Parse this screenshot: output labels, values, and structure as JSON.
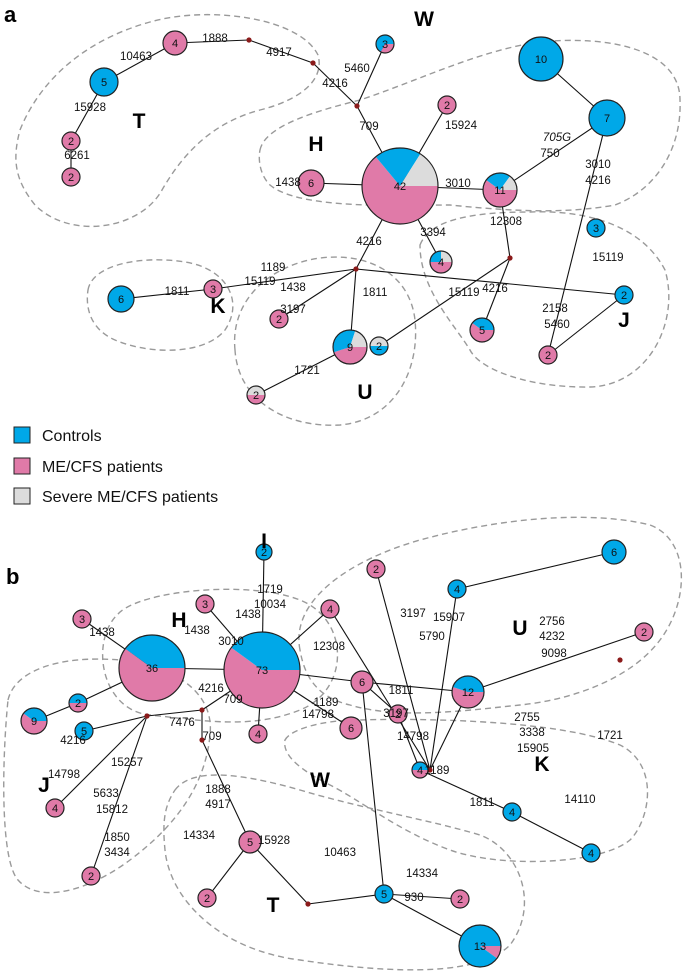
{
  "colors": {
    "controls": "#00a8e8",
    "patients": "#e07aa8",
    "severe": "#dcdcdc",
    "node_stroke": "#222222",
    "edge": "#111111",
    "junction": "#8b1a1a",
    "hull": "#9a9a9a"
  },
  "legend": [
    {
      "key": "controls",
      "label": "Controls"
    },
    {
      "key": "patients",
      "label": "ME/CFS patients"
    },
    {
      "key": "severe",
      "label": "Severe ME/CFS patients"
    }
  ],
  "panels": [
    {
      "letter": "a",
      "groups": [
        "W",
        "T",
        "H",
        "J",
        "K",
        "U"
      ],
      "haplotypes": [
        {
          "n": "42",
          "comp": {
            "patients": 0.64,
            "controls": 0.2,
            "severe": 0.16
          }
        },
        {
          "n": "11",
          "comp": {
            "patients": 0.6,
            "controls": 0.25,
            "severe": 0.15
          }
        },
        {
          "n": "10",
          "comp": {
            "controls": 1
          }
        },
        {
          "n": "9",
          "comp": {
            "patients": 0.45,
            "controls": 0.35,
            "severe": 0.2
          }
        },
        {
          "n": "7",
          "comp": {
            "controls": 1
          }
        },
        {
          "n": "6",
          "comp": {
            "patients": 1
          }
        },
        {
          "n": "6",
          "comp": {
            "controls": 1
          }
        },
        {
          "n": "5",
          "comp": {
            "controls": 1
          }
        },
        {
          "n": "5",
          "comp": {
            "patients": 0.6,
            "controls": 0.4
          }
        },
        {
          "n": "4",
          "comp": {
            "patients": 1
          }
        },
        {
          "n": "4",
          "comp": {
            "patients": 0.5,
            "controls": 0.25,
            "severe": 0.25
          }
        },
        {
          "n": "3",
          "comp": {
            "patients": 1
          }
        },
        {
          "n": "3",
          "comp": {
            "controls": 1
          }
        },
        {
          "n": "3",
          "comp": {
            "controls": 0.67,
            "patients": 0.33
          }
        },
        {
          "n": "2",
          "comp": {
            "patients": 1
          }
        },
        {
          "n": "2",
          "comp": {
            "patients": 1
          }
        },
        {
          "n": "2",
          "comp": {
            "patients": 1
          }
        },
        {
          "n": "2",
          "comp": {
            "patients": 1
          }
        },
        {
          "n": "2",
          "comp": {
            "patients": 1
          }
        },
        {
          "n": "2",
          "comp": {
            "controls": 1
          }
        },
        {
          "n": "2",
          "comp": {
            "severe": 0.5,
            "controls": 0.5
          }
        },
        {
          "n": "2",
          "comp": {
            "severe": 0.5,
            "patients": 0.5
          }
        }
      ],
      "mutations": [
        "1888",
        "4917",
        "10463",
        "15928",
        "6261",
        "4216",
        "5460",
        "709",
        "15924",
        "1438",
        "3010",
        "705G",
        "750",
        "3010",
        "4216",
        "15119",
        "3394",
        "12308",
        "4216",
        "4216",
        "15119",
        "2158",
        "5460",
        "1189",
        "15119",
        "1811",
        "1438",
        "3197",
        "1811",
        "1721"
      ]
    },
    {
      "letter": "b",
      "groups": [
        "I",
        "H",
        "U",
        "J",
        "W",
        "K",
        "T"
      ],
      "haplotypes": [
        {
          "n": "73",
          "comp": {
            "patients": 0.6,
            "controls": 0.4
          }
        },
        {
          "n": "36",
          "comp": {
            "patients": 0.6,
            "controls": 0.4
          }
        },
        {
          "n": "13",
          "comp": {
            "controls": 0.9,
            "patients": 0.1
          }
        },
        {
          "n": "12",
          "comp": {
            "patients": 0.55,
            "controls": 0.45
          }
        },
        {
          "n": "9",
          "comp": {
            "patients": 0.6,
            "controls": 0.4
          }
        },
        {
          "n": "6",
          "comp": {
            "controls": 1
          }
        },
        {
          "n": "6",
          "comp": {
            "patients": 1
          }
        },
        {
          "n": "6",
          "comp": {
            "patients": 1
          }
        },
        {
          "n": "5",
          "comp": {
            "patients": 1
          }
        },
        {
          "n": "5",
          "comp": {
            "controls": 1
          }
        },
        {
          "n": "5",
          "comp": {
            "controls": 1
          }
        },
        {
          "n": "4",
          "comp": {
            "controls": 1
          }
        },
        {
          "n": "4",
          "comp": {
            "patients": 1
          }
        },
        {
          "n": "4",
          "comp": {
            "patients": 1
          }
        },
        {
          "n": "4",
          "comp": {
            "controls": 1
          }
        },
        {
          "n": "4",
          "comp": {
            "controls": 1
          }
        },
        {
          "n": "4",
          "comp": {
            "patients": 0.5,
            "controls": 0.5
          }
        },
        {
          "n": "4",
          "comp": {
            "patients": 1
          }
        },
        {
          "n": "3",
          "comp": {
            "patients": 1
          }
        },
        {
          "n": "3",
          "comp": {
            "patients": 1
          }
        },
        {
          "n": "2",
          "comp": {
            "controls": 1
          }
        },
        {
          "n": "2",
          "comp": {
            "patients": 1
          }
        },
        {
          "n": "2",
          "comp": {
            "patients": 0.5,
            "controls": 0.5
          }
        },
        {
          "n": "2",
          "comp": {
            "patients": 1
          }
        },
        {
          "n": "2",
          "comp": {
            "patients": 1
          }
        },
        {
          "n": "2",
          "comp": {
            "patients": 1
          }
        },
        {
          "n": "2",
          "comp": {
            "patients": 1
          }
        },
        {
          "n": "2",
          "comp": {
            "patients": 1
          }
        }
      ],
      "mutations": [
        "1719",
        "10034",
        "1438",
        "1438",
        "3197",
        "1438",
        "3010",
        "12308",
        "4216",
        "709",
        "1189",
        "14798",
        "15907",
        "5790",
        "2756",
        "4232",
        "9098",
        "1811",
        "3197",
        "2755",
        "3338",
        "15905",
        "1721",
        "14798",
        "1189",
        "1811",
        "14110",
        "4216",
        "14798",
        "15257",
        "7476",
        "5633",
        "15812",
        "1850",
        "3434",
        "709",
        "1888",
        "4917",
        "14334",
        "15928",
        "10463",
        "14334",
        "930"
      ]
    }
  ]
}
